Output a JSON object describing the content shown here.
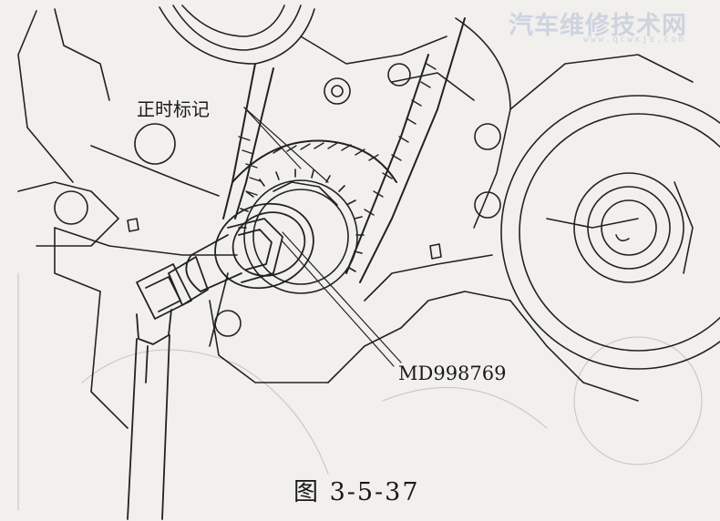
{
  "watermark": {
    "text": "汽车维修技术网",
    "sub": "www.qcwxjs.com"
  },
  "labels": {
    "timing_mark": "正时标记",
    "tool_part_number": "MD998769"
  },
  "caption": "图 3-5-37"
}
